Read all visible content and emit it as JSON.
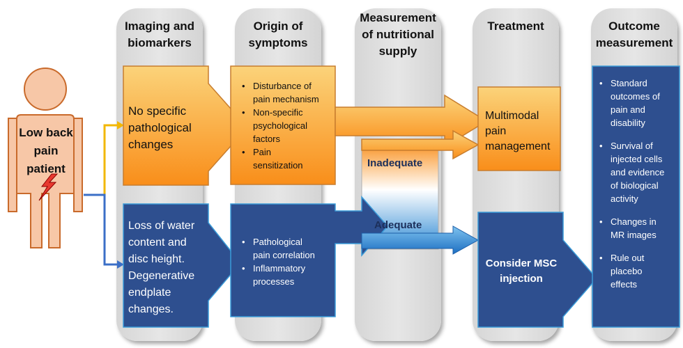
{
  "patient": {
    "label_line1": "Low back",
    "label_line2": "pain",
    "label_line3": "patient"
  },
  "columns": [
    {
      "title_line1": "Imaging and",
      "title_line2": "biomarkers",
      "title_line3": ""
    },
    {
      "title_line1": "Origin of",
      "title_line2": "symptoms",
      "title_line3": ""
    },
    {
      "title_line1": "Measurement",
      "title_line2": "of nutritional",
      "title_line3": "supply"
    },
    {
      "title_line1": "Treatment",
      "title_line2": "",
      "title_line3": ""
    },
    {
      "title_line1": "Outcome",
      "title_line2": "measurement",
      "title_line3": ""
    }
  ],
  "imaging_top": {
    "line1": "No specific",
    "line2": "pathological",
    "line3": "changes"
  },
  "imaging_bottom": {
    "lines": [
      "Loss of water",
      "content and",
      "disc height.",
      "Degenerative",
      "endplate",
      "changes."
    ]
  },
  "origin_top": {
    "items": [
      {
        "line1": "Disturbance of",
        "line2": "pain mechanism"
      },
      {
        "line1": "Non-specific",
        "line2": "psychological",
        "line3": "factors"
      },
      {
        "line1": "Pain",
        "line2": "sensitization"
      }
    ]
  },
  "origin_bottom": {
    "items": [
      {
        "line1": "Pathological",
        "line2": "pain correlation"
      },
      {
        "line1": "Inflammatory",
        "line2": "processes"
      }
    ]
  },
  "nutrition": {
    "inadequate": "Inadequate",
    "adequate": "Adequate"
  },
  "treatment_top": {
    "line1": "Multimodal",
    "line2": "pain",
    "line3": "management"
  },
  "treatment_bottom": {
    "line1": "Consider MSC",
    "line2": "injection"
  },
  "outcome": {
    "items": [
      {
        "lines": [
          "Standard",
          "outcomes of",
          "pain and",
          "disability"
        ]
      },
      {
        "lines": [
          "Survival of",
          "injected cells",
          "and evidence",
          "of biological",
          "activity"
        ]
      },
      {
        "lines": [
          "Changes in",
          "MR images"
        ]
      },
      {
        "lines": [
          "Rule out",
          "placebo",
          "effects"
        ]
      }
    ]
  },
  "colors": {
    "orange_light": "#fbd37a",
    "orange_dark": "#f98e1a",
    "blue": "#2e4f8f",
    "blue_border": "#3a9bd8",
    "connector_yellow": "#f2b705",
    "connector_blue": "#3b6fc7",
    "patient_skin": "#f7c7a7",
    "bolt_red": "#e8392f"
  }
}
